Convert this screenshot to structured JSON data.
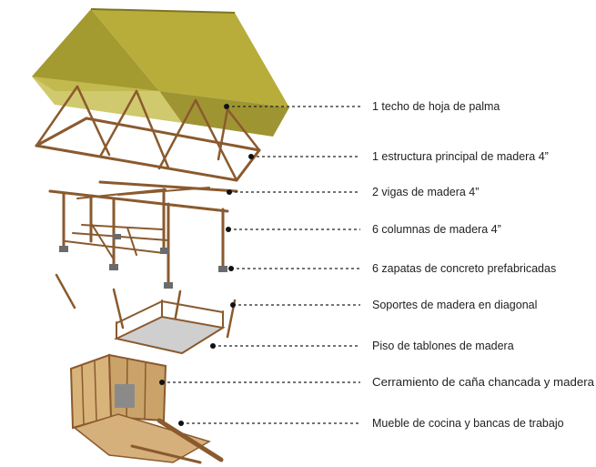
{
  "labels": [
    {
      "id": "techo",
      "text": "1 techo de hoja de palma"
    },
    {
      "id": "estructura",
      "text": "1 estructura principal de madera 4”"
    },
    {
      "id": "vigas",
      "text": "2 vigas de madera  4”"
    },
    {
      "id": "columnas",
      "text": "6 columnas de madera 4”"
    },
    {
      "id": "zapatas",
      "text": "6 zapatas de concreto prefabricadas"
    },
    {
      "id": "soportes",
      "text": "Soportes de madera en diagonal"
    },
    {
      "id": "piso",
      "text": "Piso de tablones de madera"
    },
    {
      "id": "cerramiento",
      "text": "Cerramiento de caña chancada y madera"
    },
    {
      "id": "mueble",
      "text": "Mueble de cocina y bancas de trabajo"
    }
  ],
  "colors": {
    "thatch": "#b8ad3a",
    "thatch_dark": "#8f8a2a",
    "wood": "#8a5a2e",
    "concrete": "#6b6b6b",
    "floor": "#c9c9c9"
  }
}
